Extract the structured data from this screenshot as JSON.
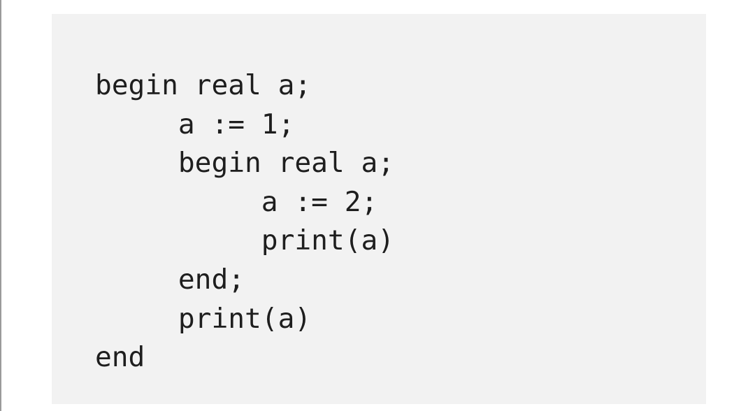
{
  "code": {
    "lines": [
      "begin real a;",
      "     a := 1;",
      "     begin real a;",
      "          a := 2;",
      "          print(a)",
      "     end;",
      "     print(a)",
      "end"
    ]
  }
}
